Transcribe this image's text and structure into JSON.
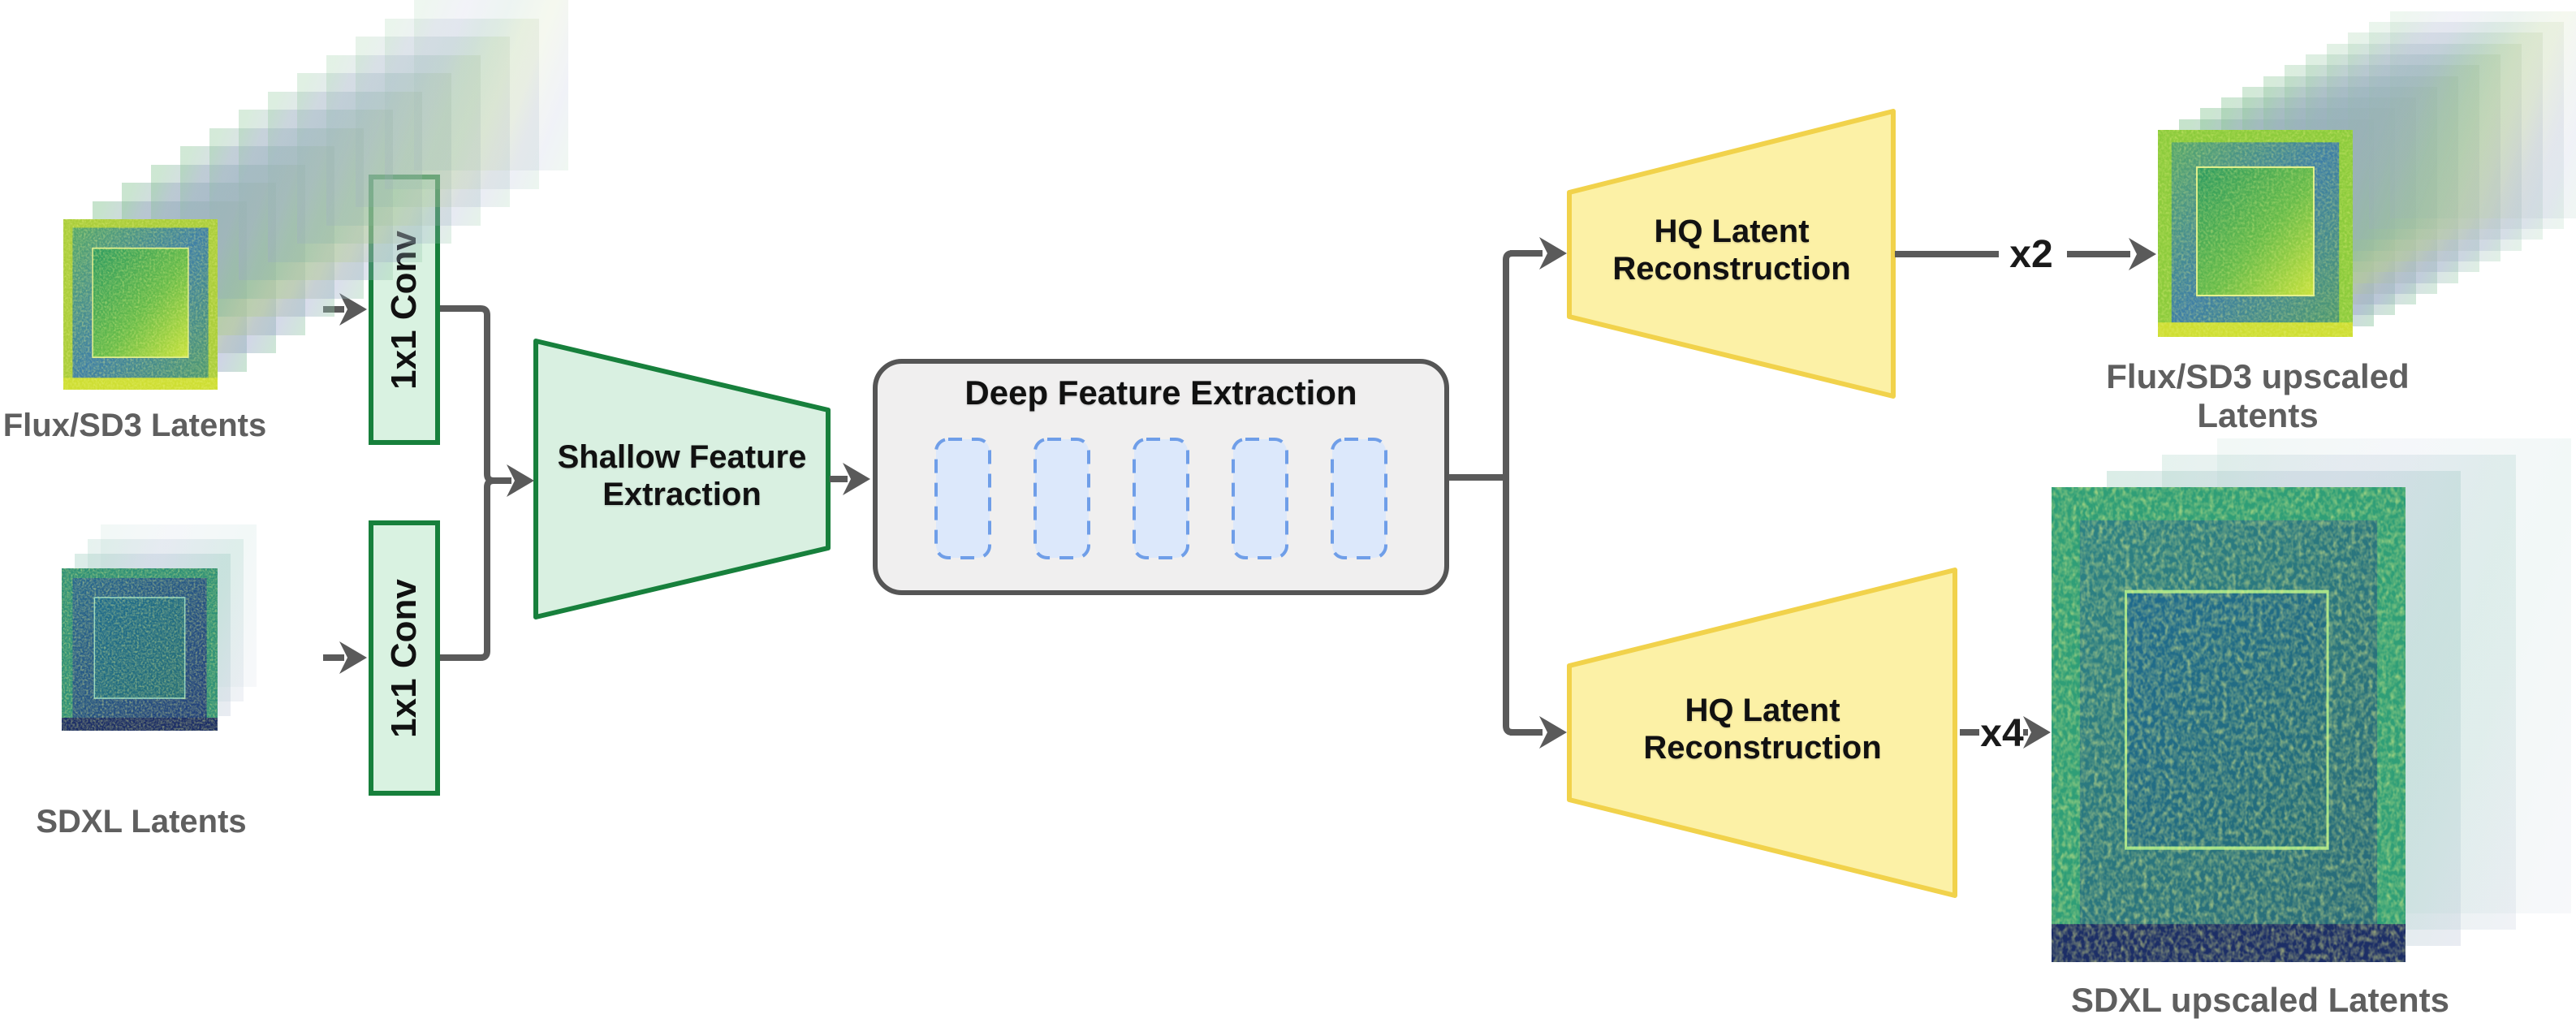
{
  "diagram": {
    "colors": {
      "wire": "#5a5a5a",
      "conv_fill": "#d9f2e1",
      "conv_border": "#17803c",
      "shallow_fill": "#d9f0e1",
      "shallow_border": "#17803c",
      "deep_fill": "#f0efef",
      "deep_border": "#555555",
      "feature_block_fill": "#dce8fb",
      "feature_block_border": "#6f9ee8",
      "hq_fill": "#fcf1a6",
      "hq_border": "#f1d24b",
      "caption_text": "#5f5f5f",
      "shape_text": "#111111"
    },
    "inputs": {
      "flux_label": "Flux/SD3 Latents",
      "sdxl_label": "SDXL Latents"
    },
    "conv_top_label": "1x1 Conv",
    "conv_bottom_label": "1x1 Conv",
    "shallow": {
      "line1": "Shallow Feature",
      "line2": "Extraction"
    },
    "deep": {
      "title": "Deep Feature Extraction",
      "block_count": 5
    },
    "hq_top": {
      "line1": "HQ Latent",
      "line2": "Reconstruction"
    },
    "hq_bottom": {
      "line1": "HQ Latent",
      "line2": "Reconstruction"
    },
    "scale_top_label": "x2",
    "scale_bottom_label": "x4",
    "outputs": {
      "flux_label": "Flux/SD3 upscaled Latents",
      "sdxl_label": "SDXL upscaled Latents"
    }
  }
}
